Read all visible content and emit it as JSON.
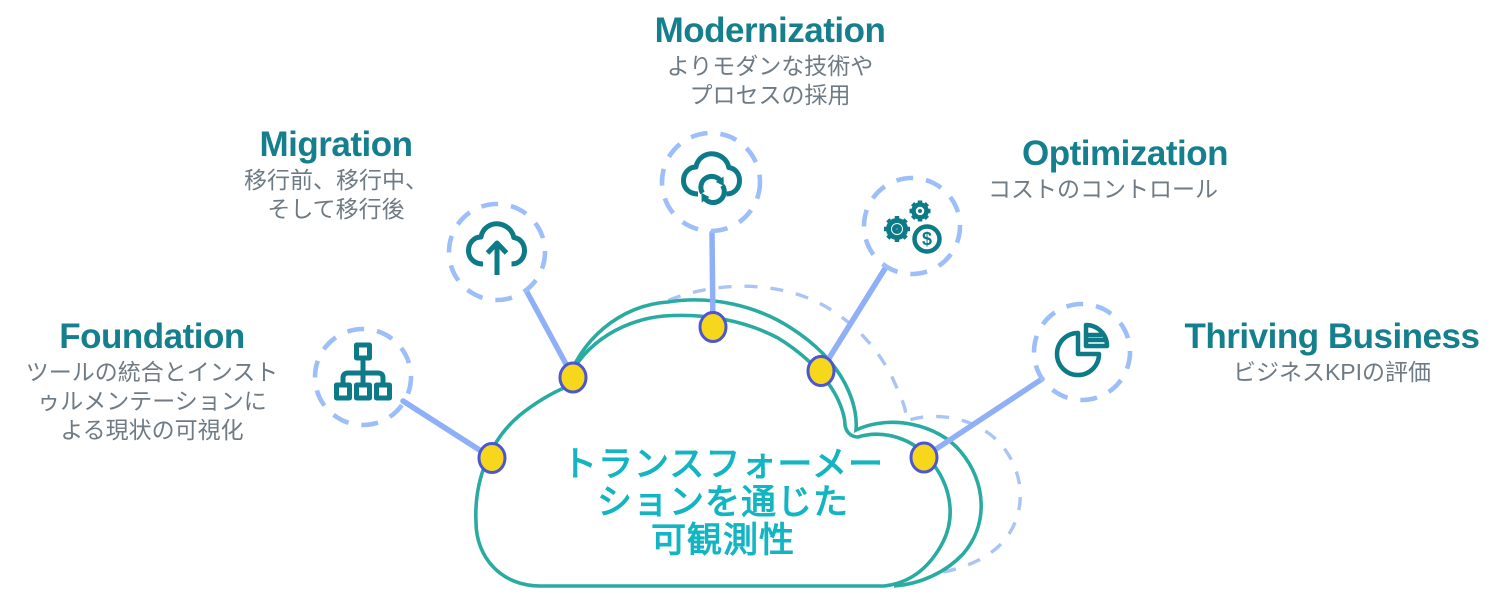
{
  "diagram": {
    "center_cloud": {
      "lines": [
        "トランスフォーメー",
        "ションを通じた",
        "可観測性"
      ]
    },
    "stages": [
      {
        "title": "Foundation",
        "description_lines": [
          "ツールの統合とインスト",
          "ゥルメンテーションに",
          "よる現状の可視化"
        ],
        "icon": "sitemap-icon"
      },
      {
        "title": "Migration",
        "description_lines": [
          "移行前、移行中、",
          "そして移行後"
        ],
        "icon": "cloud-upload-icon"
      },
      {
        "title": "Modernization",
        "description_lines": [
          "よりモダンな技術や",
          "プロセスの採用"
        ],
        "icon": "cloud-sync-icon"
      },
      {
        "title": "Optimization",
        "description_lines": [
          "コストのコントロール"
        ],
        "icon": "gears-dollar-icon"
      },
      {
        "title": "Thriving Business",
        "description_lines": [
          "ビジネスKPIの評価"
        ],
        "icon": "pie-chart-icon"
      }
    ],
    "icons": {
      "optimization_currency_symbol": "$"
    },
    "colors": {
      "heading_teal": "#157F8E",
      "body_gray": "#6E7B85",
      "center_text_teal": "#13B5C3",
      "cloud_outline_teal": "#29ABA1",
      "connector_blue": "#8FB0F7",
      "dashed_circle_blue": "#9CBEF9",
      "dashed_cloud_blue": "#A9C4F5",
      "icon_teal": "#0D7A87",
      "node_fill_yellow": "#F7D71B",
      "node_border_indigo": "#4C55D2"
    }
  }
}
